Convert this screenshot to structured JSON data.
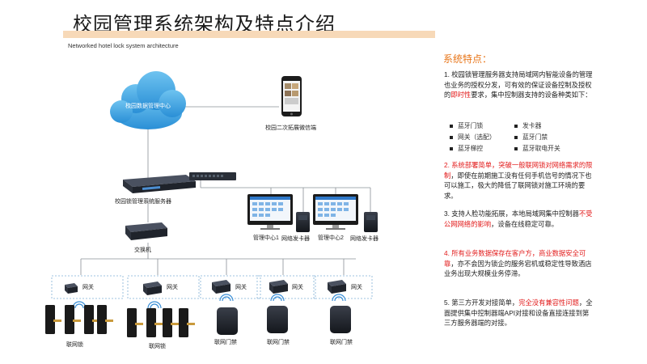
{
  "header": {
    "title": "校园管理系统架构及特点介绍",
    "subtitle": "Networked hotel lock system architecture"
  },
  "diagram": {
    "cloud_label": "校园数据管理中心",
    "phone_label": "校园二次拓展微信端",
    "server_label": "校园锁管理系统服务器",
    "switch_label": "交换机",
    "center1_label": "管理中心1",
    "center2_label": "管理中心2",
    "card_issuer_label": "网络发卡器",
    "gateway_label": "网关",
    "network_lock_label": "联网锁",
    "access_control_label": "联网门禁"
  },
  "features": {
    "heading": "系统特点：",
    "p1": "1. 校园锁管理服务器支持局域网内智能设备的管理也业务的授权分发，可有效的保证设备控制及授权的",
    "p1_red": "即时性",
    "p1_tail": "要求，集中控制器支持的设备种类如下：",
    "devices": [
      "蓝牙门锁",
      "发卡器",
      "网关（选配）",
      "蓝牙门禁",
      "蓝牙梯控",
      "蓝牙取电开关"
    ],
    "p2_red": "2. 系统部署简单，突破一般联网锁对网络需求的限制",
    "p2_tail": "，即使在前期施工没有任何手机信号的情况下也可以施工，极大的降低了联网锁对施工环境的要求。",
    "p3_head": "3. 支持人脸功能拓展，本地局域网集中控制器",
    "p3_red": "不受公网网络的影响",
    "p3_tail": "，设备在线稳定可靠。",
    "p4_red": "4. 所有业务数据保存在客户方，商业数据安全可靠",
    "p4_tail": "，亦不会因为锁企的服务宕机或稳定性导致酒店业务出现大规模业务停滞。",
    "p5_head": "5. 第三方开发对接简单，",
    "p5_red": "完全没有兼容性问题",
    "p5_tail": "，全面提供集中控制器端API对接和设备直接连接到第三方服务器端的对接。"
  }
}
